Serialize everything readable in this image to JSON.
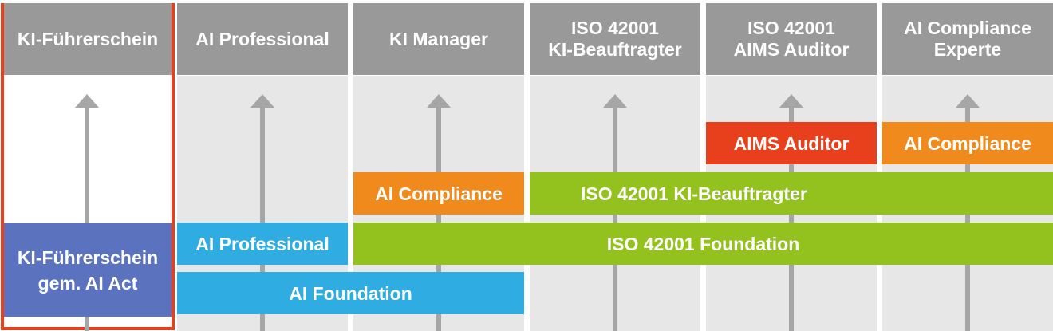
{
  "colors": {
    "header_gray": "#999999",
    "column_bg": "#e7e7e7",
    "arrow_gray": "#a6a6a6",
    "highlight_frame": "#e8401c",
    "indigo": "#5b73bf",
    "light_blue": "#2fade3",
    "green": "#93c11e",
    "orange": "#f08a1d",
    "red_orange": "#e8401c"
  },
  "columns": [
    {
      "title": "KI-Führerschein"
    },
    {
      "title": "AI Professional"
    },
    {
      "title": "KI Manager"
    },
    {
      "title": "ISO 42001\nKI-Beauftragter"
    },
    {
      "title": "ISO 42001\nAIMS Auditor"
    },
    {
      "title": "AI Compliance\nExperte"
    }
  ],
  "bars": {
    "ki_fuehrerschein": "KI-Führerschein\ngem. AI Act",
    "ai_professional": "AI Professional",
    "ai_foundation": "AI Foundation",
    "ai_compliance_manager": "AI Compliance",
    "iso_ki_beauftragter": "ISO 42001 KI-Beauftragter",
    "iso_foundation": "ISO 42001 Foundation",
    "aims_auditor": "AIMS Auditor",
    "ai_compliance_experte": "AI Compliance"
  }
}
